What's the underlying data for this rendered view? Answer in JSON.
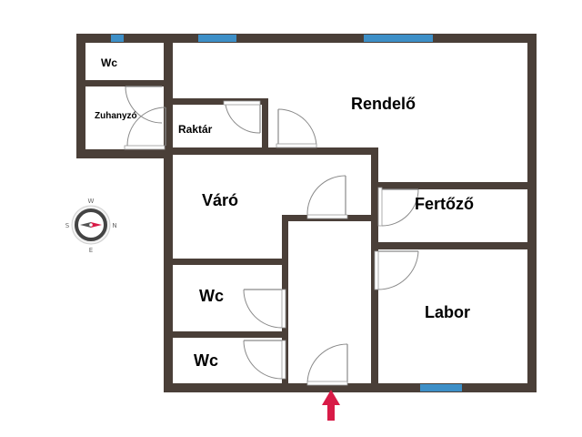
{
  "rooms": {
    "wc_top": "Wc",
    "zuhanyzo": "Zuhanyzó",
    "raktar": "Raktár",
    "rendelo": "Rendelő",
    "varo": "Váró",
    "fertozo": "Fertőző",
    "wc_mid": "Wc",
    "wc_bottom": "Wc",
    "labor": "Labor"
  },
  "compass": {
    "north": "N",
    "south": "S",
    "east": "E",
    "west": "W"
  },
  "colors": {
    "wall": "#4a3f38",
    "window": "#3d8fc7",
    "entrance_arrow": "#d81b47",
    "compass_needle": "#d81b47"
  },
  "icons": {
    "entrance": "entrance-arrow-icon",
    "compass": "compass-icon"
  }
}
